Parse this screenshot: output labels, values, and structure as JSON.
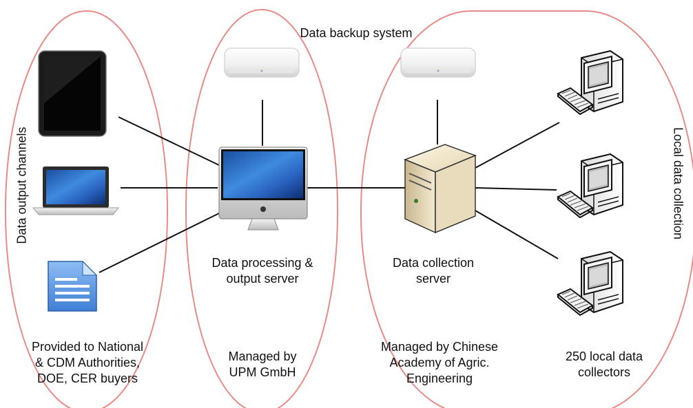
{
  "title": "Data backup system",
  "groups": {
    "output": {
      "side_label": "Data output channels",
      "caption": [
        "Provided to National",
        "& CDM Authorities,",
        "DOE, CER buyers"
      ]
    },
    "processing": {
      "device_label": [
        "Data processing &",
        "output server"
      ],
      "caption": [
        "Managed by",
        "UPM GmbH"
      ]
    },
    "collection": {
      "side_label": "Local data collection",
      "device_label": [
        "Data collection",
        "server"
      ],
      "caption": [
        "Managed by Chinese",
        "Academy of Agric.",
        "Engineering"
      ],
      "collectors_caption": [
        "250 local data",
        "collectors"
      ]
    }
  },
  "colors": {
    "group_outline": "#e88a86",
    "connector": "#111111"
  },
  "icons": [
    "tablet-icon",
    "laptop-icon",
    "document-icon",
    "backup-drive-icon",
    "imac-icon",
    "server-tower-icon",
    "desktop-computer-icon"
  ]
}
